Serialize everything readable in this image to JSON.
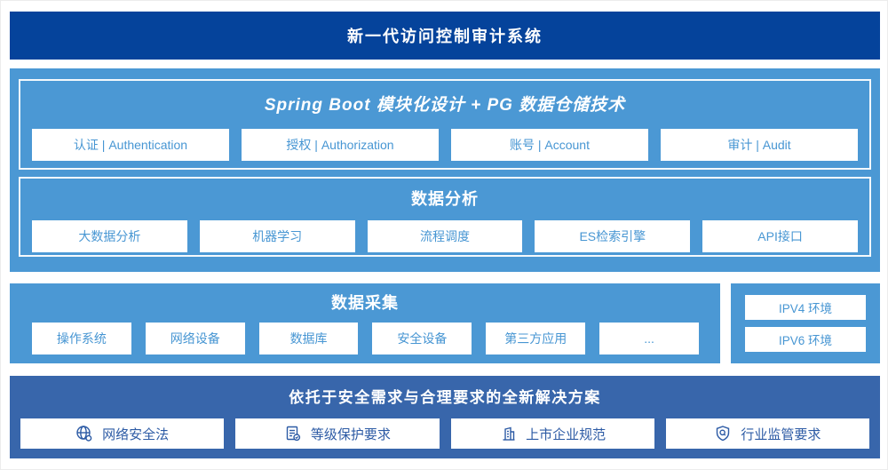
{
  "colors": {
    "banner_bg": "#05439b",
    "light_blue_bg": "#4b98d4",
    "solution_bg": "#3866ab",
    "box_text_light": "#4796d3",
    "box_text_dark": "#2d5ba5",
    "panel_border": "#f4f9fd"
  },
  "banner": {
    "title": "新一代访问控制审计系统"
  },
  "platform": {
    "modules_header": "Spring Boot 模块化设计 + PG 数据仓储技术",
    "modules": [
      "认证 | Authentication",
      "授权 | Authorization",
      "账号 | Account",
      "审计 | Audit"
    ],
    "analysis_header": "数据分析",
    "analysis_items": [
      "大数据分析",
      "机器学习",
      "流程调度",
      "ES检索引擎",
      "API接口"
    ]
  },
  "collection": {
    "header": "数据采集",
    "items": [
      "操作系统",
      "网络设备",
      "数据库",
      "安全设备",
      "第三方应用",
      "..."
    ]
  },
  "environments": {
    "items": [
      "IPV4 环境",
      "IPV6 环境"
    ]
  },
  "solution": {
    "title": "依托于安全需求与合理要求的全新解决方案",
    "items": [
      {
        "icon": "globe-icon",
        "label": "网络安全法"
      },
      {
        "icon": "document-check-icon",
        "label": "等级保护要求"
      },
      {
        "icon": "building-icon",
        "label": "上市企业规范"
      },
      {
        "icon": "shield-search-icon",
        "label": "行业监管要求"
      }
    ]
  }
}
